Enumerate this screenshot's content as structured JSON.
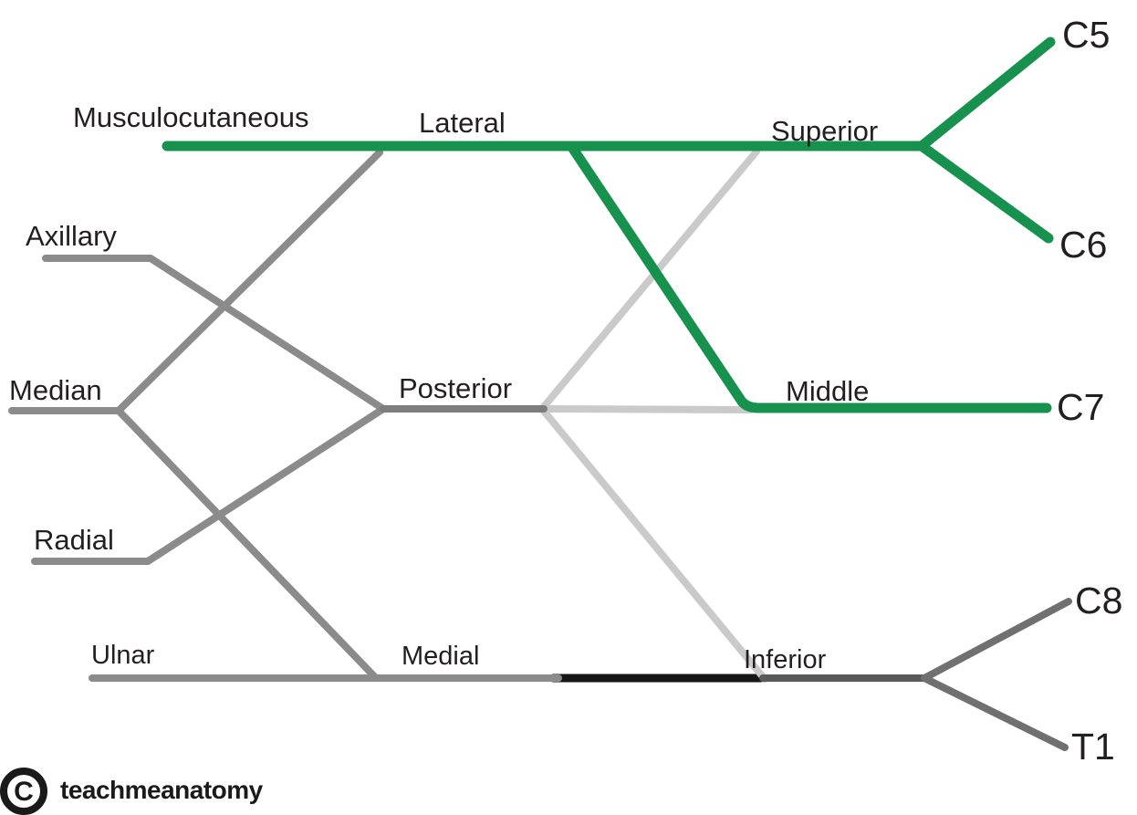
{
  "labels": {
    "musculocutaneous": "Musculocutaneous",
    "axillary": "Axillary",
    "median": "Median",
    "radial": "Radial",
    "ulnar": "Ulnar",
    "lateral": "Lateral",
    "posterior": "Posterior",
    "medial": "Medial",
    "superior": "Superior",
    "middle": "Middle",
    "inferior": "Inferior",
    "c5": "C5",
    "c6": "C6",
    "c7": "C7",
    "c8": "C8",
    "t1": "T1"
  },
  "highlighted_labels": [
    "Musculocutaneous",
    "Lateral",
    "Superior",
    "Middle",
    "C5",
    "C6",
    "C7"
  ],
  "attribution": {
    "logo_text": "teachmeanatomy",
    "copyright_symbol": "C"
  },
  "colors": {
    "highlight_green": "#16924e",
    "branch_gray": "#8b8b8b",
    "cord_gray": "#7d7d7d",
    "division_light_gray": "#cacaca",
    "anterior_black": "#161616",
    "trunk_dark_gray": "#595959",
    "root_gray": "#707070",
    "text_color": "#231f20",
    "logo_color": "#1a1a1a",
    "background": "#ffffff"
  }
}
